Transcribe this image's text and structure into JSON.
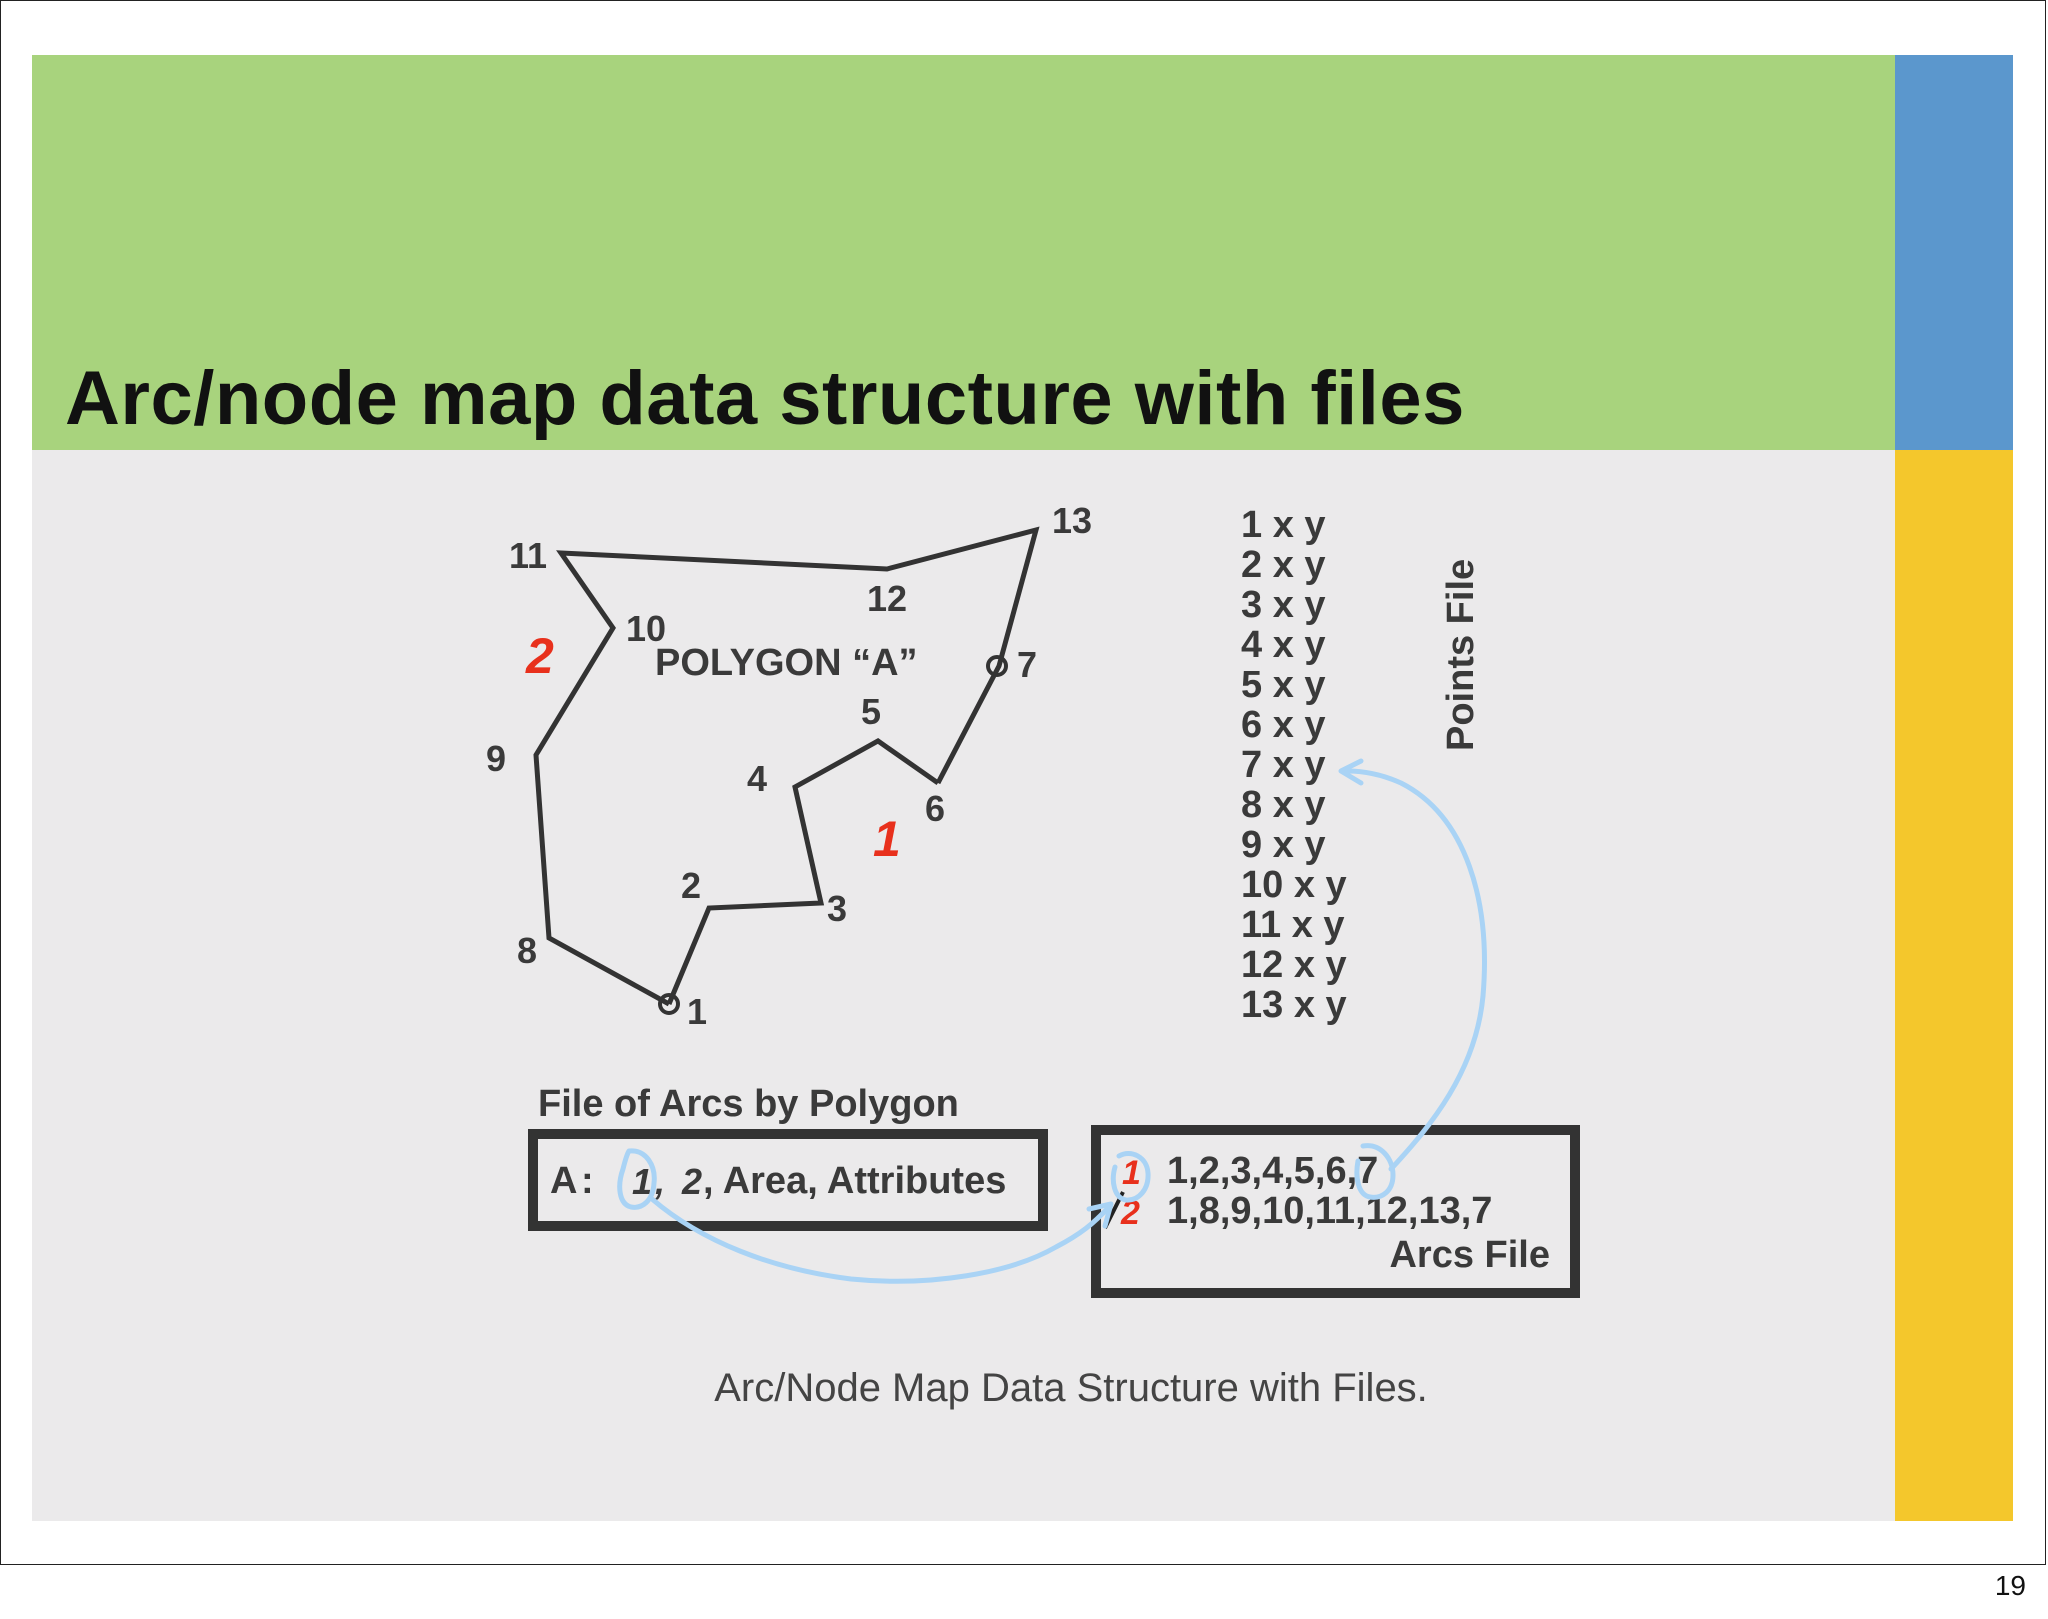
{
  "slide": {
    "title": "Arc/node map data structure with files",
    "page_number": "19",
    "caption": "Arc/Node Map Data Structure with Files."
  },
  "colors": {
    "header": "#a8d37d",
    "accent_blue": "#5b97cd",
    "accent_yellow": "#f4c72c",
    "content_bg": "#ebeaeb",
    "arc_label_red": "#e8301c",
    "pointer_blue": "#a9d3f5"
  },
  "polygon": {
    "label": "POLYGON “A”",
    "arc_labels": [
      "1",
      "2"
    ],
    "node_labels": [
      "1",
      "2",
      "3",
      "4",
      "5",
      "6",
      "7",
      "8",
      "9",
      "10",
      "11",
      "12",
      "13"
    ]
  },
  "points_file": {
    "title": "Points File",
    "entries": [
      "1 x y",
      "2 x y",
      "3 x y",
      "4 x y",
      "5 x y",
      "6 x y",
      "7 x y",
      "8 x y",
      "9 x y",
      "10 x y",
      "11 x y",
      "12 x y",
      "13 x y"
    ]
  },
  "polygon_file": {
    "title": "File of Arcs by Polygon",
    "key": "A",
    "separator": ":",
    "arc_1": "1",
    "comma": ",",
    "arc_2": "2",
    "rest": ", Area, Attributes"
  },
  "arcs_file": {
    "title": "Arcs File",
    "rows": [
      {
        "id": "1",
        "nodes": "1,2,3,4,5,6,7"
      },
      {
        "id": "2",
        "nodes": "1,8,9,10,11,12,13,7"
      }
    ]
  }
}
